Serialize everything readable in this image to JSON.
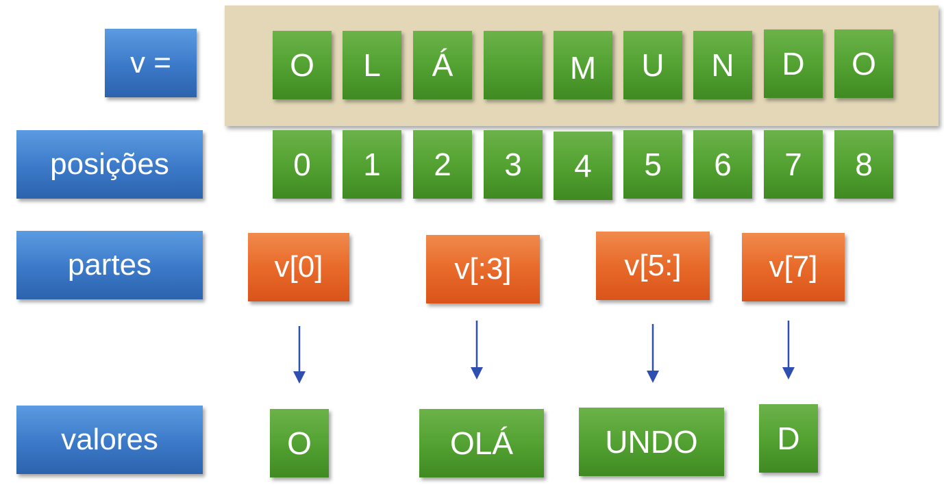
{
  "labels": {
    "v": "v =",
    "positions": "posições",
    "parts": "partes",
    "values": "valores"
  },
  "characters": [
    "O",
    "L",
    "Á",
    "",
    "M",
    "U",
    "N",
    "D",
    "O"
  ],
  "positions": [
    "0",
    "1",
    "2",
    "3",
    "4",
    "5",
    "6",
    "7",
    "8"
  ],
  "slices": [
    "v[0]",
    "v[:3]",
    "v[5:]",
    "v[7]"
  ],
  "results": [
    "O",
    "OLÁ",
    "UNDO",
    "D"
  ],
  "colors": {
    "label_blue": "#3b79c8",
    "cell_green": "#53a232",
    "slice_orange": "#e86a2a",
    "string_band": "#e3d7b8",
    "arrow": "#2f4fb0"
  }
}
